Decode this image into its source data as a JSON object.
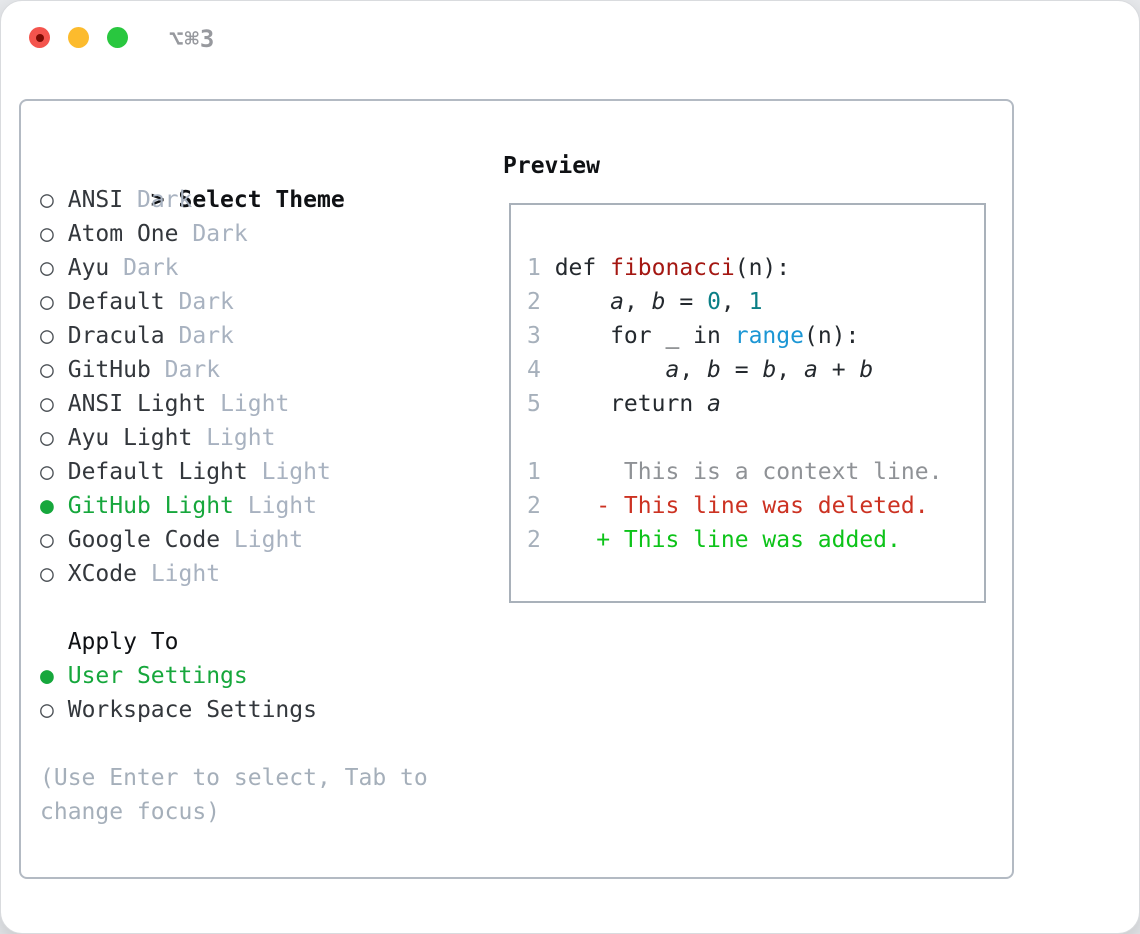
{
  "window": {
    "title_shortcut": "⌥⌘3"
  },
  "traffic_lights": [
    {
      "name": "close",
      "color": "#f4544d",
      "dot": "#7c0c04"
    },
    {
      "name": "minimize",
      "color": "#fcbb2d"
    },
    {
      "name": "zoom",
      "color": "#29c73f"
    }
  ],
  "glyphs": {
    "cursor": ">",
    "radio_unselected": "○",
    "radio_selected": "●"
  },
  "theme_menu": {
    "header": "Select Theme",
    "items": [
      {
        "name": "ANSI",
        "variant": "Dark",
        "selected": false
      },
      {
        "name": "Atom One",
        "variant": "Dark",
        "selected": false
      },
      {
        "name": "Ayu",
        "variant": "Dark",
        "selected": false
      },
      {
        "name": "Default",
        "variant": "Dark",
        "selected": false
      },
      {
        "name": "Dracula",
        "variant": "Dark",
        "selected": false
      },
      {
        "name": "GitHub",
        "variant": "Dark",
        "selected": false
      },
      {
        "name": "ANSI Light",
        "variant": "Light",
        "selected": false
      },
      {
        "name": "Ayu Light",
        "variant": "Light",
        "selected": false
      },
      {
        "name": "Default Light",
        "variant": "Light",
        "selected": false
      },
      {
        "name": "GitHub Light",
        "variant": "Light",
        "selected": true
      },
      {
        "name": "Google Code",
        "variant": "Light",
        "selected": false
      },
      {
        "name": "XCode",
        "variant": "Light",
        "selected": false
      }
    ]
  },
  "apply_to": {
    "header": "Apply To",
    "options": [
      {
        "label": "User Settings",
        "selected": true
      },
      {
        "label": "Workspace Settings",
        "selected": false
      }
    ]
  },
  "hint": "(Use Enter to select, Tab to change focus)",
  "preview": {
    "header": "Preview",
    "code_lines": [
      {
        "num": "1",
        "segments": [
          {
            "text": " def ",
            "style": "plain"
          },
          {
            "text": "fibonacci",
            "style": "function"
          },
          {
            "text": "(n):",
            "style": "plain"
          }
        ]
      },
      {
        "num": "2",
        "segments": [
          {
            "text": "     ",
            "style": "plain"
          },
          {
            "text": "a",
            "style": "variable"
          },
          {
            "text": ", ",
            "style": "plain"
          },
          {
            "text": "b",
            "style": "variable"
          },
          {
            "text": " = ",
            "style": "plain"
          },
          {
            "text": "0",
            "style": "number"
          },
          {
            "text": ", ",
            "style": "plain"
          },
          {
            "text": "1",
            "style": "number"
          }
        ]
      },
      {
        "num": "3",
        "segments": [
          {
            "text": "     for _ in ",
            "style": "plain"
          },
          {
            "text": "range",
            "style": "builtin"
          },
          {
            "text": "(n):",
            "style": "plain"
          }
        ]
      },
      {
        "num": "4",
        "segments": [
          {
            "text": "         ",
            "style": "plain"
          },
          {
            "text": "a",
            "style": "variable"
          },
          {
            "text": ", ",
            "style": "plain"
          },
          {
            "text": "b",
            "style": "variable"
          },
          {
            "text": " = ",
            "style": "plain"
          },
          {
            "text": "b",
            "style": "variable"
          },
          {
            "text": ", ",
            "style": "plain"
          },
          {
            "text": "a",
            "style": "variable"
          },
          {
            "text": " + ",
            "style": "plain"
          },
          {
            "text": "b",
            "style": "variable"
          }
        ]
      },
      {
        "num": "5",
        "segments": [
          {
            "text": "     return ",
            "style": "plain"
          },
          {
            "text": "a",
            "style": "variable"
          }
        ]
      },
      {
        "num": "",
        "segments": []
      },
      {
        "num": "1",
        "segments": [
          {
            "text": "      This is a context line.",
            "style": "context"
          }
        ]
      },
      {
        "num": "2",
        "segments": [
          {
            "text": "    - This line was deleted.",
            "style": "deleted"
          }
        ]
      },
      {
        "num": "2",
        "segments": [
          {
            "text": "    + This line was added.",
            "style": "added"
          }
        ]
      }
    ]
  },
  "colors": {
    "selected_green": "#16a73c",
    "added_green": "#0dc319",
    "deleted_red": "#cc3222",
    "function_red": "#a41712",
    "builtin_blue": "#1b96d4",
    "number_teal": "#0b7f86",
    "traffic_red": "#f4544d",
    "traffic_yellow": "#fcbb2d",
    "traffic_green": "#29c73f"
  }
}
